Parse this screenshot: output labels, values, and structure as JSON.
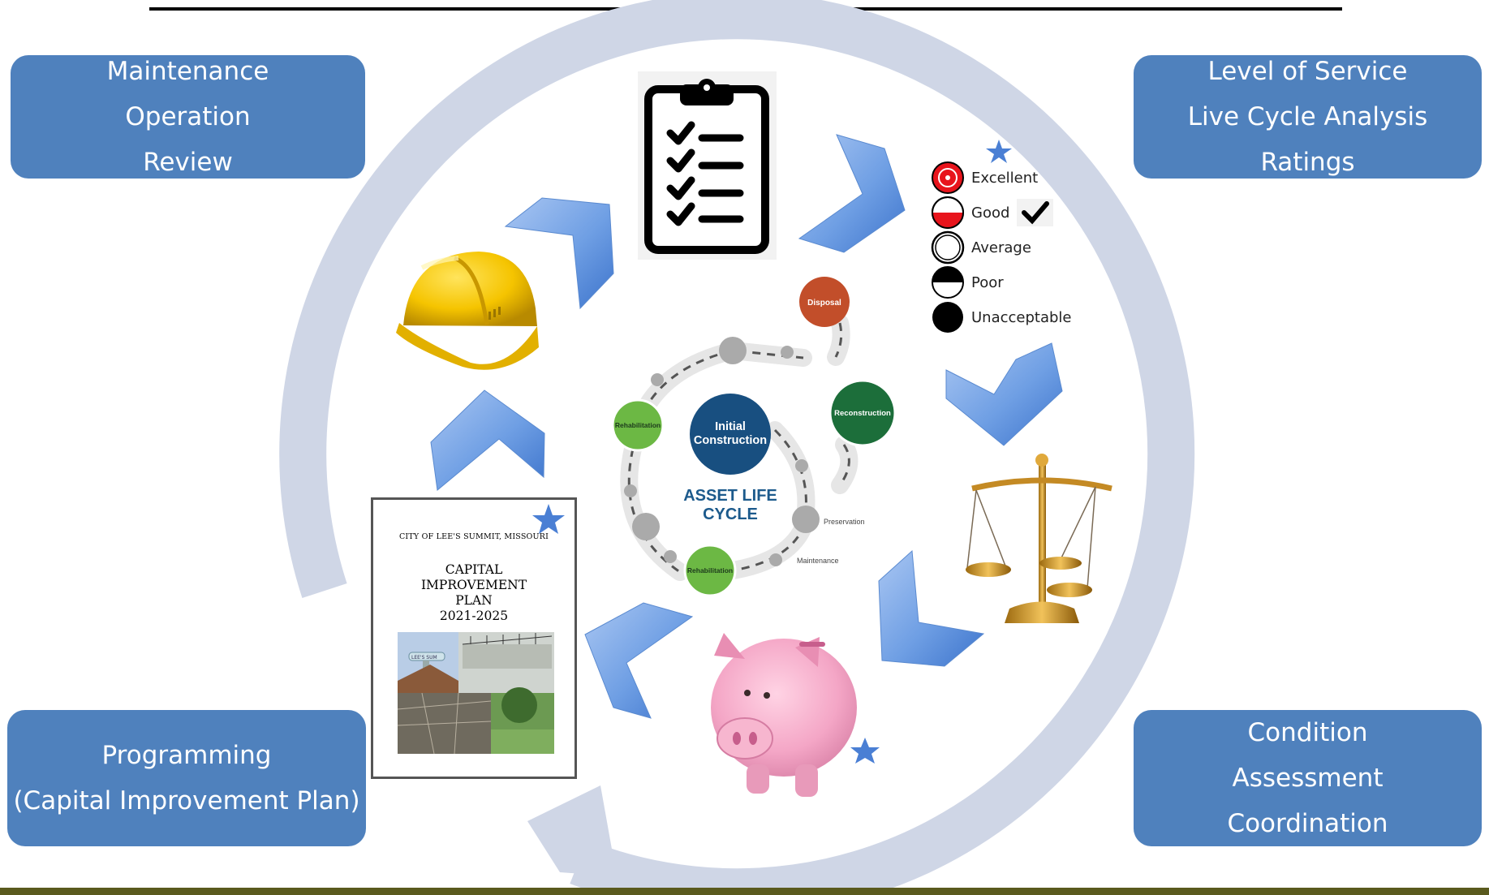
{
  "boxes": {
    "top_left": [
      "Maintenance",
      "Operation",
      "Review"
    ],
    "top_right": [
      "Level of Service",
      "Live Cycle Analysis",
      "Ratings"
    ],
    "bottom_left": [
      "Programming",
      "(Capital Improvement Plan)"
    ],
    "bottom_right": [
      "Condition",
      "Assessment",
      "Coordination"
    ]
  },
  "ratings": {
    "excellent": "Excellent",
    "good": "Good",
    "average": "Average",
    "poor": "Poor",
    "unacceptable": "Unacceptable"
  },
  "asset_cycle": {
    "title_line1": "ASSET LIFE",
    "title_line2": "CYCLE",
    "center_line1": "Initial",
    "center_line2": "Construction",
    "disposal": "Disposal",
    "reconstruction": "Reconstruction",
    "rehabilitation_top": "Rehabilitation",
    "rehabilitation_bottom": "Rehabilitation",
    "preservation": "Preservation",
    "maintenance": "Maintenance"
  },
  "cip_document": {
    "city": "CITY OF LEE'S SUMMIT, MISSOURI",
    "title_line1": "CAPITAL",
    "title_line2": "IMPROVEMENT",
    "title_line3": "PLAN",
    "title_line4": "2021-2025",
    "tower_text": "LEE'S SUM"
  },
  "colors": {
    "box_blue": "#4f81bd",
    "ring": "#cfd6e6",
    "chevron": "#5b8fdb",
    "footer": "#5a5a1e",
    "star": "#4a7fd4"
  }
}
